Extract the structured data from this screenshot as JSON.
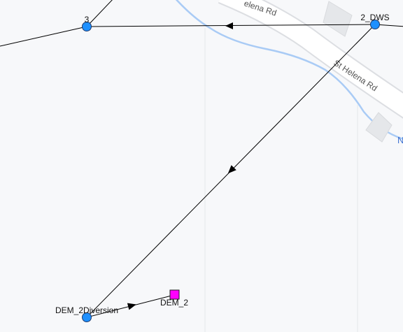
{
  "map": {
    "roads": [
      {
        "name": "St Helena Rd",
        "label_primary": "elena Rd",
        "label_secondary": "St Helena Rd"
      }
    ],
    "water_label": "N",
    "nodes": [
      {
        "id": "3",
        "label": "3",
        "kind": "junction",
        "color": "#1e90ff"
      },
      {
        "id": "2_DWS",
        "label": "2_DWS",
        "kind": "junction",
        "color": "#1e90ff"
      },
      {
        "id": "DEM_2Diversion",
        "label": "DEM_2Diversion",
        "kind": "junction",
        "color": "#1e90ff"
      },
      {
        "id": "DEM_2",
        "label": "DEM_2",
        "kind": "demand",
        "color": "#ff00ff"
      }
    ],
    "links": [
      {
        "from": "2_DWS",
        "to": "3",
        "direction": "toward 3"
      },
      {
        "from": "2_DWS",
        "to": "DEM_2Diversion",
        "direction": "toward DEM_2Diversion"
      },
      {
        "from": "DEM_2Diversion",
        "to": "DEM_2",
        "direction": "toward DEM_2"
      }
    ],
    "colors": {
      "background": "#f7f8fa",
      "road_fill": "#ffffff",
      "road_edge": "#dcdee2",
      "river": "#a9cbf5",
      "building": "#e5e7ea",
      "link": "#000000"
    }
  }
}
